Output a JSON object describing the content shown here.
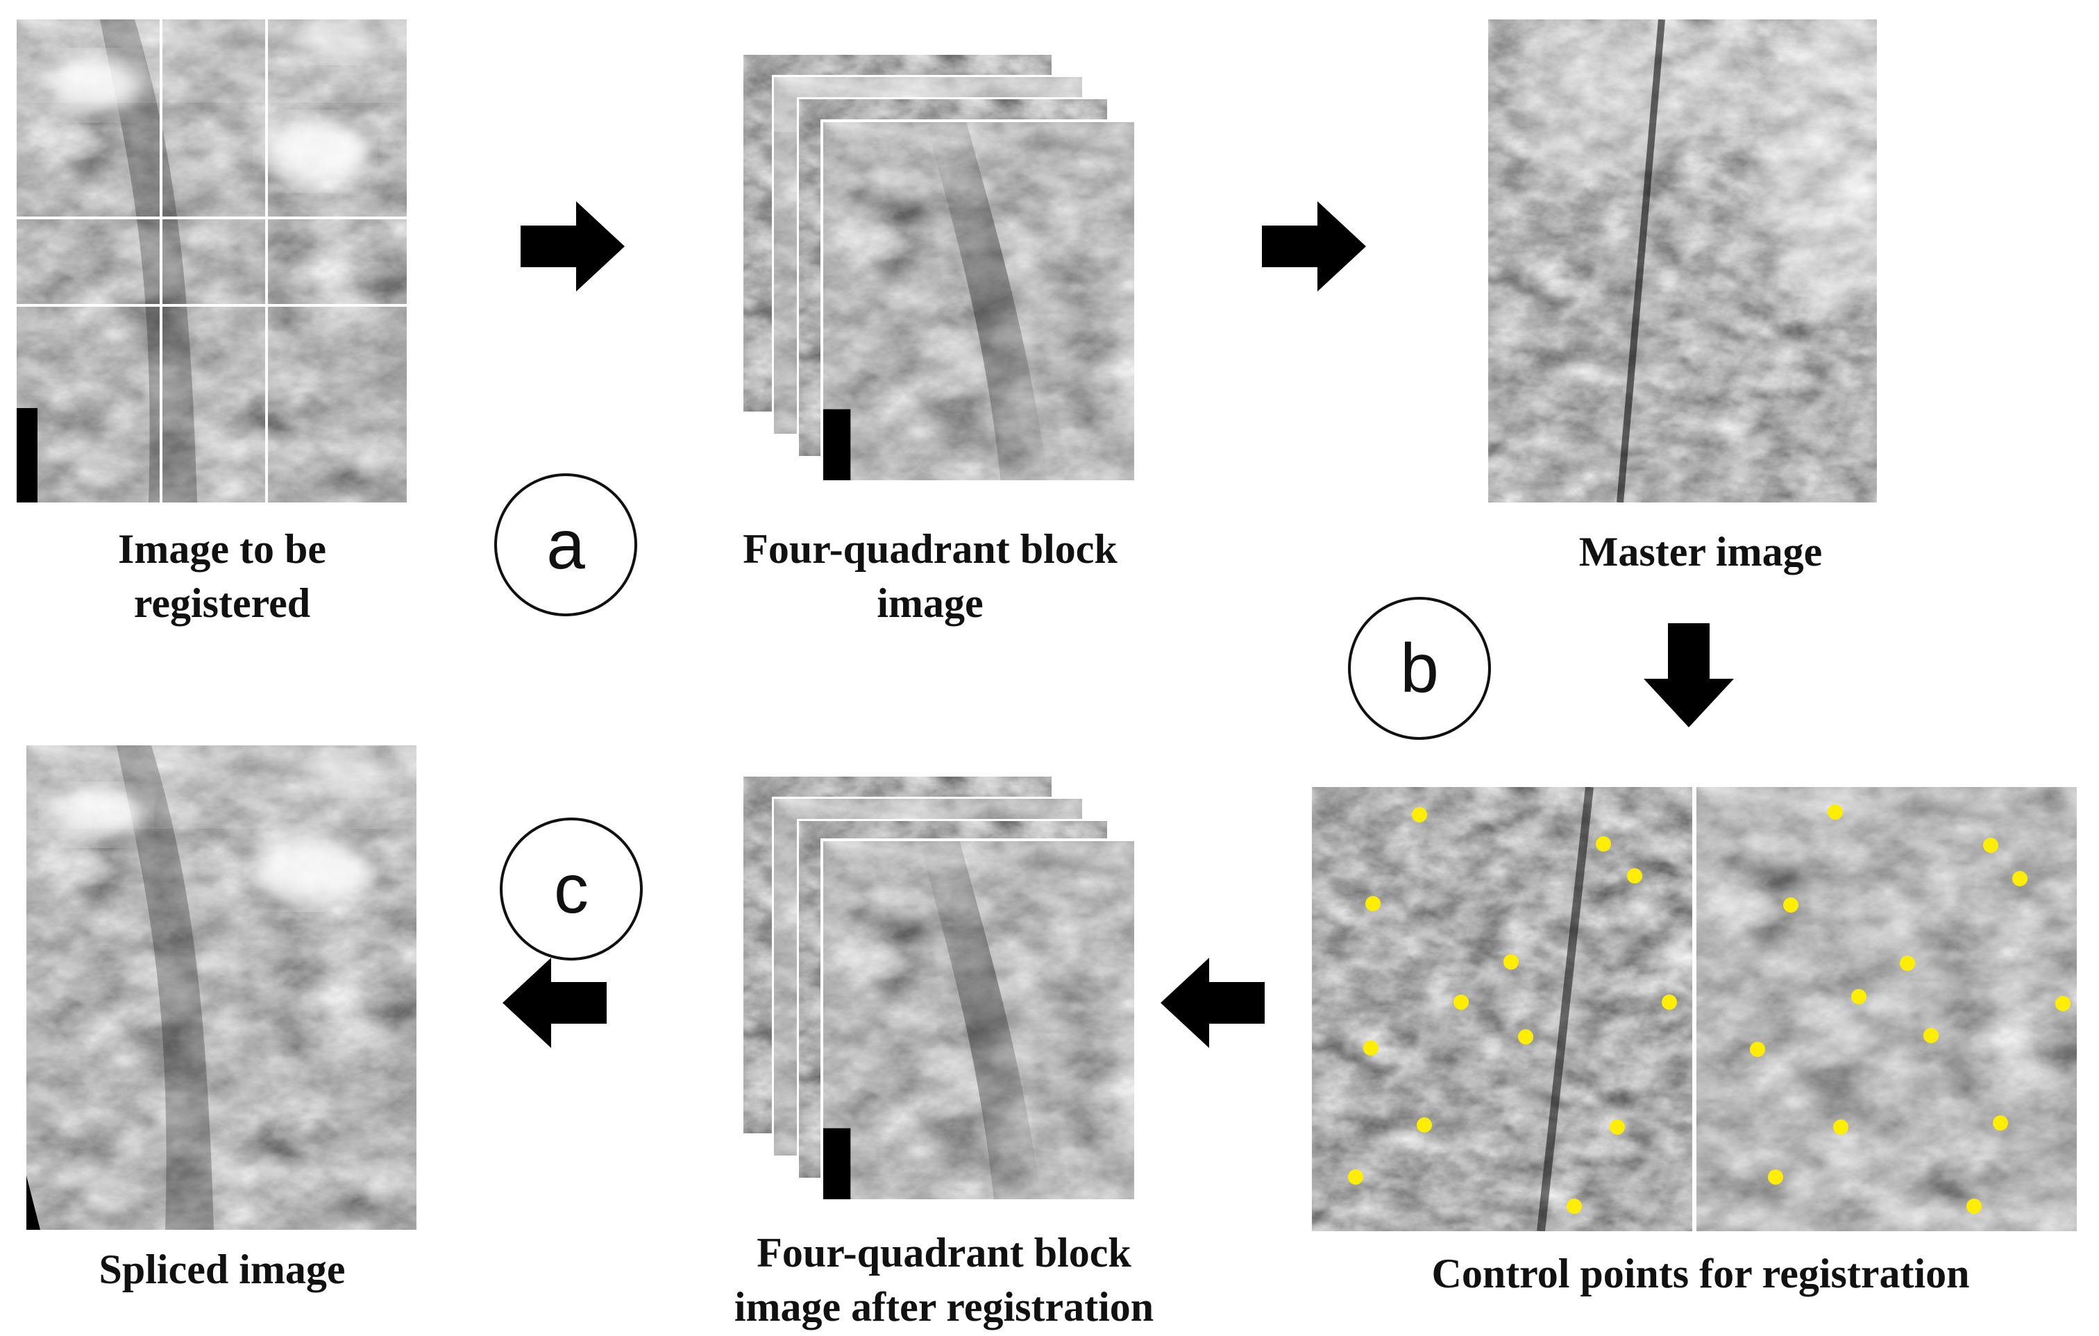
{
  "panels": {
    "source_caption_l1": "Image to be",
    "source_caption_l2": "registered",
    "blocks_caption_l1": "Four-quadrant block",
    "blocks_caption_l2": "image",
    "master_caption": "Master image",
    "control_caption": "Control points for registration",
    "registered_caption_l1": "Four-quadrant block",
    "registered_caption_l2": "image after registration",
    "spliced_caption": "Spliced image"
  },
  "steps": {
    "a": "a",
    "b": "b",
    "c": "c"
  },
  "colors": {
    "arrow": "#000000",
    "control_point": "#ffee00",
    "background": "#ffffff"
  },
  "icons": [
    "right-arrow-icon",
    "down-arrow-icon",
    "left-arrow-icon"
  ]
}
